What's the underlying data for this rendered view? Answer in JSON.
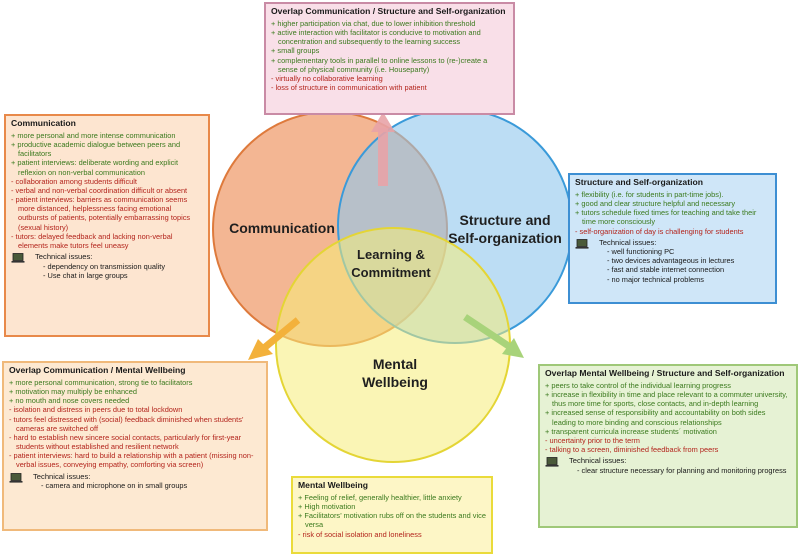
{
  "circles": {
    "communication": {
      "label": "Communication",
      "color": "#ee9a6a"
    },
    "structure": {
      "label": "Structure and Self-organization",
      "line1": "Structure and",
      "line2": "Self-organization",
      "color": "#8fc6ec"
    },
    "wellbeing": {
      "label": "Mental Wellbeing",
      "line1": "Mental",
      "line2": "Wellbeing",
      "color": "#f6ec79"
    },
    "center": {
      "line1": "Learning &",
      "line2": "Commitment"
    }
  },
  "colors": {
    "positive": "#3b7a1e",
    "negative": "#b3241c",
    "arrow_up": "#e8a3a7",
    "arrow_left": "#f3b13b",
    "arrow_right": "#a8d37a"
  },
  "boxes": {
    "overlap_comm_struct": {
      "title": "Overlap Communication / Structure and Self-organization",
      "items": [
        {
          "t": "+ higher participation via chat, due to lower inhibition threshold",
          "s": "pos"
        },
        {
          "t": "+ active interaction with facilitator is conducive to motivation and concentration and subsequently to the learning success",
          "s": "pos"
        },
        {
          "t": "+ small groups",
          "s": "pos"
        },
        {
          "t": "+ complementary tools in parallel to online lessons to (re-)create a sense of physical community (i.e. Houseparty)",
          "s": "pos"
        },
        {
          "t": "- virtually no collaborative learning",
          "s": "neg"
        },
        {
          "t": "- loss of structure in communication with patient",
          "s": "neg"
        }
      ]
    },
    "communication": {
      "title": "Communication",
      "items": [
        {
          "t": "+ more personal and more intense communication",
          "s": "pos"
        },
        {
          "t": "+ productive academic dialogue between peers and facilitators",
          "s": "pos"
        },
        {
          "t": "+ patient interviews: deliberate wording and explicit reflexion on non-verbal communication",
          "s": "pos"
        },
        {
          "t": "- collaboration among students difficult",
          "s": "neg"
        },
        {
          "t": "- verbal and non-verbal coordination difficult or absent",
          "s": "neg"
        },
        {
          "t": "- patient interviews: barriers as communication seems more distanced, helplessness facing emotional outbursts of patients, potentially embarrassing topics (sexual history)",
          "s": "neg"
        },
        {
          "t": "- tutors: delayed feedback and lacking non-verbal elements make tutors feel uneasy",
          "s": "neg"
        }
      ],
      "tech_title": "Technical issues:",
      "tech": [
        "- dependency on transmission quality",
        "- Use chat in large groups"
      ]
    },
    "structure": {
      "title": "Structure and Self-organization",
      "items": [
        {
          "t": "+ flexibility (i.e. for students in part-time jobs).",
          "s": "pos"
        },
        {
          "t": "+ good and clear structure helpful and necessary",
          "s": "pos"
        },
        {
          "t": "+ tutors schedule fixed times for teaching and take their time more consciously",
          "s": "pos"
        },
        {
          "t": "- self-organization of day is challenging for students",
          "s": "neg"
        }
      ],
      "tech_title": "Technical issues:",
      "tech": [
        "- well functioning PC",
        "- two devices advantageous in lectures",
        "- fast and stable internet connection",
        "- no major technical problems"
      ]
    },
    "overlap_comm_well": {
      "title": "Overlap Communication / Mental Wellbeing",
      "items": [
        {
          "t": "+ more personal communication, strong tie to facilitators",
          "s": "pos"
        },
        {
          "t": "+ motivation may multiply be enhanced",
          "s": "pos"
        },
        {
          "t": "+ no mouth and nose covers needed",
          "s": "pos"
        },
        {
          "t": "-  isolation and distress in peers due to total lockdown",
          "s": "neg"
        },
        {
          "t": "- tutors feel distressed with (social) feedback diminished when students’ cameras are switched off",
          "s": "neg"
        },
        {
          "t": "- hard to establish new sincere social contacts, particularly for first-year students without established and resilient network",
          "s": "neg"
        },
        {
          "t": "- patient interviews: hard to build a relationship with a patient (missing non-verbal issues, conveying empathy, comforting via screen)",
          "s": "neg"
        }
      ],
      "tech_title": "Technical issues:",
      "tech": [
        "- camera and microphone on in small groups"
      ]
    },
    "wellbeing": {
      "title": "Mental Wellbeing",
      "items": [
        {
          "t": "+ Feeling of relief, generally healthier, little anxiety",
          "s": "pos"
        },
        {
          "t": "+ High motivation",
          "s": "pos"
        },
        {
          "t": "+ Facilitators’ motivation rubs off on the students and vice versa",
          "s": "pos"
        },
        {
          "t": "- risk of social isolation and loneliness",
          "s": "neg"
        }
      ]
    },
    "overlap_well_struct": {
      "title": "Overlap Mental Wellbeing / Structure and Self-organization",
      "items": [
        {
          "t": "+ peers to take control of the individual learning progress",
          "s": "pos"
        },
        {
          "t": "+ increase in flexibility in time and place relevant to a commuter university, thus more time for sports, close contacts, and in-depth learning",
          "s": "pos"
        },
        {
          "t": "+ increased sense of responsibility and accountability on both sides leading to more binding and conscious relationships",
          "s": "pos"
        },
        {
          "t": "+ transparent curricula increase students´ motivation",
          "s": "pos"
        },
        {
          "t": "- uncertainty prior to the term",
          "s": "neg"
        },
        {
          "t": "- talking to a screen, diminished feedback from peers",
          "s": "neg"
        }
      ],
      "tech_title": "Technical issues:",
      "tech": [
        "- clear structure necessary for planning and monitoring progress"
      ]
    }
  }
}
